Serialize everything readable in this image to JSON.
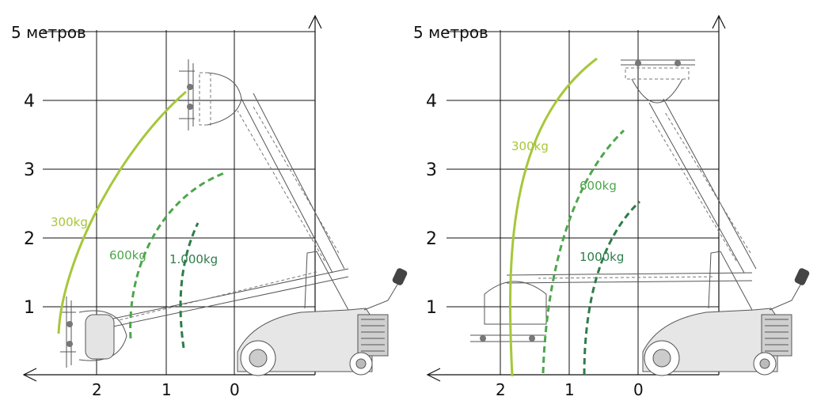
{
  "chart_data": [
    {
      "type": "diagram",
      "y_unit_label": "5 метров",
      "y_ticks": [
        "4",
        "3",
        "2",
        "1"
      ],
      "x_ticks": [
        "2",
        "1",
        "0"
      ],
      "curves": [
        {
          "label": "300kg",
          "color": "#a6c73a",
          "style": "solid"
        },
        {
          "label": "600kg",
          "color": "#4da64d",
          "style": "dashed"
        },
        {
          "label": "1.000kg",
          "color": "#2e7d4a",
          "style": "dashed"
        }
      ]
    },
    {
      "type": "diagram",
      "y_unit_label": "5 метров",
      "y_ticks": [
        "4",
        "3",
        "2",
        "1"
      ],
      "x_ticks": [
        "2",
        "1",
        "0"
      ],
      "curves": [
        {
          "label": "300kg",
          "color": "#a6c73a",
          "style": "solid"
        },
        {
          "label": "600kg",
          "color": "#4da64d",
          "style": "dashed"
        },
        {
          "label": "1000kg",
          "color": "#2e7d4a",
          "style": "dashed"
        }
      ]
    }
  ]
}
